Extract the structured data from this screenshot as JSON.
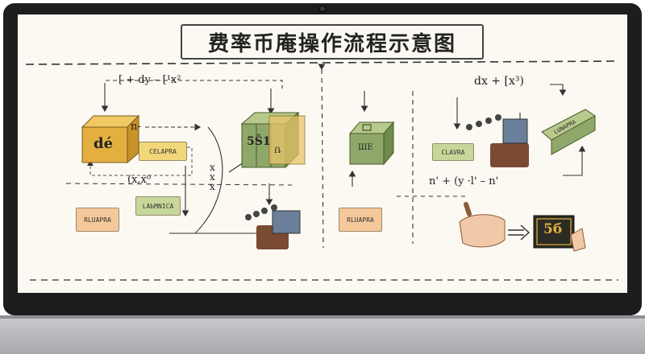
{
  "title": "费率币庵操作流程示意图",
  "formulas": {
    "top_left": "[ + dy – [¹x²",
    "top_right": "dx + [x³)",
    "mid_left_n": "n-",
    "mid_left_x": "(x,x⁰",
    "xs": "x\nx\nx",
    "bottom_right": "n' + (y ·l' – n'"
  },
  "cubes": {
    "gold": "dé",
    "green_stack": "5Ŝ1",
    "green_stack_side": "Ռ",
    "green_small": "ШE",
    "dark_card": "5б"
  },
  "labels": {
    "celapra": "CELAPRA",
    "rluapra_left": "RLUAPRA",
    "labmnica": "LAЬMNICA",
    "rluapra_mid": "RLUAPRA",
    "clavra": "CLAVRA",
    "lunapra": "LUNAPRA"
  },
  "colors": {
    "gold": "#e3b040",
    "green": "#8fa86a",
    "yellow_label": "#f2d77a",
    "orange_label": "#f4c89a",
    "green_label": "#c7d79a",
    "hand_skin": "#f2c9a8"
  }
}
